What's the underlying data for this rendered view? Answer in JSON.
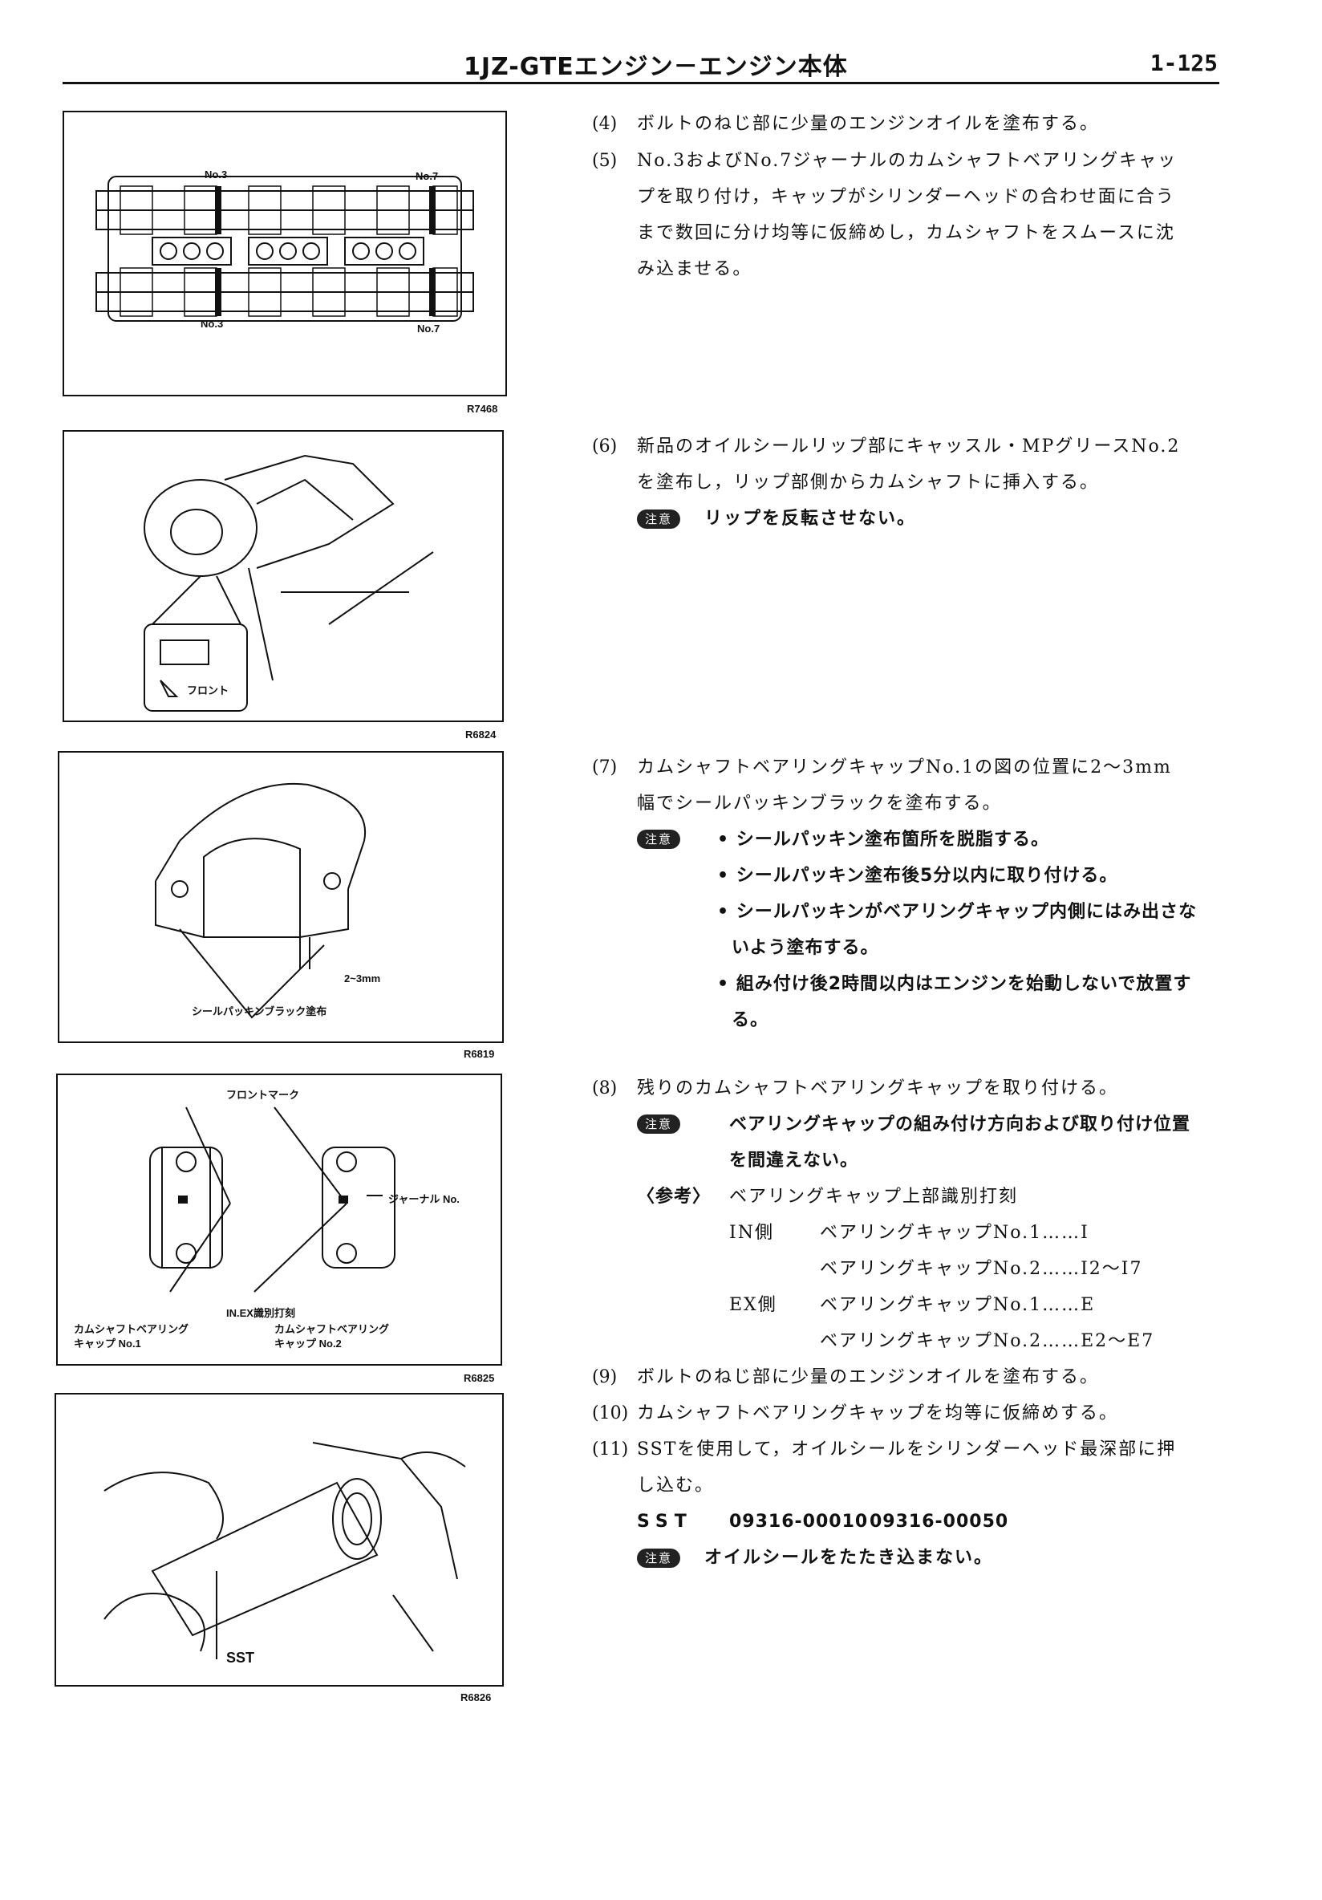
{
  "header": {
    "title": "1JZ-GTEエンジン－エンジン本体",
    "page": "1-125"
  },
  "figures": {
    "fig1": {
      "code": "R7468",
      "labels": [
        "No.3",
        "No.7",
        "No.3",
        "No.7"
      ]
    },
    "fig2": {
      "code": "R6824",
      "labels": [
        "フロント"
      ]
    },
    "fig3": {
      "code": "R6819",
      "labels": [
        "2~3mm",
        "シールパッキンブラック塗布"
      ]
    },
    "fig4": {
      "code": "R6825",
      "labels": [
        "フロントマーク",
        "ジャーナル No.",
        "IN.EX識別打刻",
        "カムシャフトベアリング",
        "キャップ No.1",
        "カムシャフトベアリング",
        "キャップ No.2"
      ]
    },
    "fig5": {
      "code": "R6826",
      "labels": [
        "SST"
      ]
    }
  },
  "steps": {
    "s4": {
      "num": "(4)",
      "lines": [
        "ボルトのねじ部に少量のエンジンオイルを塗布する。"
      ]
    },
    "s5": {
      "num": "(5)",
      "lines": [
        "No.3およびNo.7ジャーナルのカムシャフトベアリングキャッ",
        "プを取り付け，キャップがシリンダーヘッドの合わせ面に合う",
        "まで数回に分け均等に仮締めし，カムシャフトをスムースに沈",
        "み込ませる。"
      ]
    },
    "s6": {
      "num": "(6)",
      "lines": [
        "新品のオイルシールリップ部にキャッスル・MPグリースNo.2",
        "を塗布し，リップ部側からカムシャフトに挿入する。"
      ],
      "caution_label": "注意",
      "caution": "リップを反転させない。"
    },
    "s7": {
      "num": "(7)",
      "lines": [
        "カムシャフトベアリングキャップNo.1の図の位置に2～3mm",
        "幅でシールパッキンブラックを塗布する。"
      ],
      "caution_label": "注意",
      "cautions": [
        "• シールパッキン塗布箇所を脱脂する。",
        "• シールパッキン塗布後5分以内に取り付ける。",
        "• シールパッキンがベアリングキャップ内側にはみ出さな",
        "いよう塗布する。",
        "• 組み付け後2時間以内はエンジンを始動しないで放置す",
        "る。"
      ]
    },
    "s8": {
      "num": "(8)",
      "lines": [
        "残りのカムシャフトベアリングキャップを取り付ける。"
      ],
      "caution_label": "注意",
      "cautions": [
        "ベアリングキャップの組み付け方向および取り付け位置",
        "を間違えない。"
      ],
      "ref_label": "〈参考〉",
      "ref_title": "ベアリングキャップ上部識別打刻",
      "ref_rows": [
        {
          "side": "IN側",
          "text": "ベアリングキャップNo.1……I"
        },
        {
          "side": "",
          "text": "ベアリングキャップNo.2……I2～I7"
        },
        {
          "side": "EX側",
          "text": "ベアリングキャップNo.1……E"
        },
        {
          "side": "",
          "text": "ベアリングキャップNo.2……E2～E7"
        }
      ]
    },
    "s9": {
      "num": "(9)",
      "lines": [
        "ボルトのねじ部に少量のエンジンオイルを塗布する。"
      ]
    },
    "s10": {
      "num": "(10)",
      "lines": [
        "カムシャフトベアリングキャップを均等に仮締めする。"
      ]
    },
    "s11": {
      "num": "(11)",
      "lines": [
        "SSTを使用して，オイルシールをシリンダーヘッド最深部に押",
        "し込む。"
      ],
      "sst_label": "SST",
      "sst_codes": [
        "09316-00010",
        "09316-00050"
      ],
      "caution_label": "注意",
      "caution": "オイルシールをたたき込まない。"
    }
  }
}
